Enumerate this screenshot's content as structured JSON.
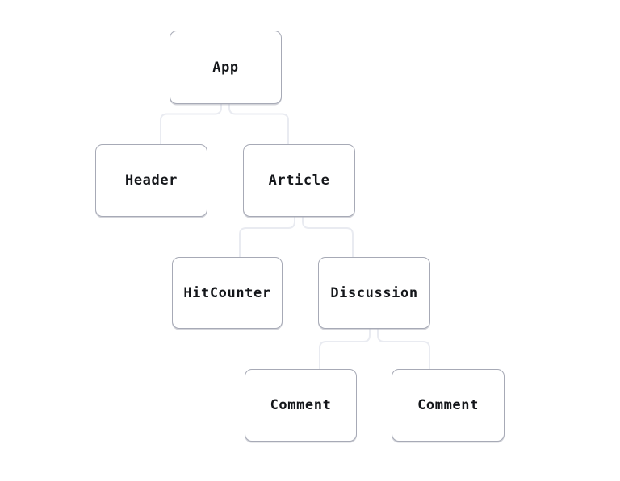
{
  "diagram": {
    "type": "component-tree",
    "nodes": [
      {
        "id": "app",
        "label": "App"
      },
      {
        "id": "header",
        "label": "Header"
      },
      {
        "id": "article",
        "label": "Article"
      },
      {
        "id": "hitcounter",
        "label": "HitCounter"
      },
      {
        "id": "discussion",
        "label": "Discussion"
      },
      {
        "id": "comment-1",
        "label": "Comment"
      },
      {
        "id": "comment-2",
        "label": "Comment"
      }
    ],
    "edges": [
      {
        "from": "app",
        "to": "header"
      },
      {
        "from": "app",
        "to": "article"
      },
      {
        "from": "article",
        "to": "hitcounter"
      },
      {
        "from": "article",
        "to": "discussion"
      },
      {
        "from": "discussion",
        "to": "comment-1"
      },
      {
        "from": "discussion",
        "to": "comment-2"
      }
    ],
    "colors": {
      "background": "#ffffff",
      "node_fill": "#ffffff",
      "node_border": "#a7aab6",
      "node_text": "#14161a",
      "connector": "#e9ebf1"
    }
  }
}
